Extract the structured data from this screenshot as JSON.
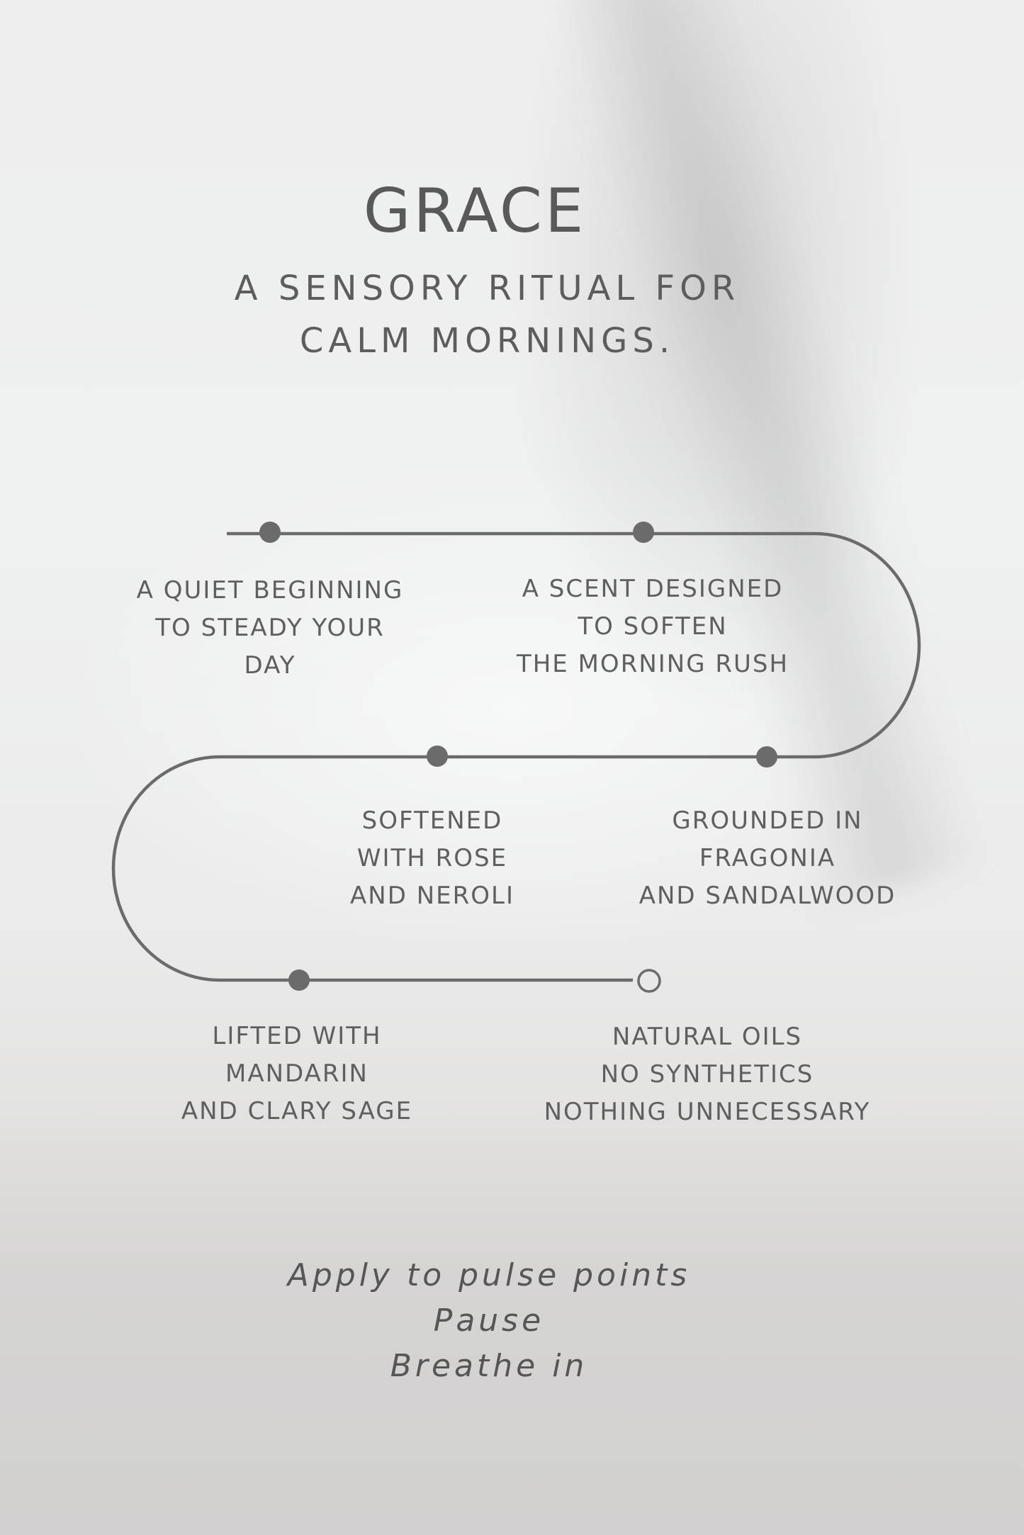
{
  "title": "GRACE",
  "subtitle": [
    "A SENSORY RITUAL FOR",
    "CALM MORNINGS."
  ],
  "steps": [
    {
      "lines": [
        "A QUIET BEGINNING",
        "TO STEADY YOUR",
        "DAY"
      ],
      "marker": "filled"
    },
    {
      "lines": [
        "A SCENT DESIGNED",
        "TO SOFTEN",
        "THE MORNING RUSH"
      ],
      "marker": "filled"
    },
    {
      "lines": [
        "SOFTENED",
        "WITH ROSE",
        "AND NEROLI"
      ],
      "marker": "filled"
    },
    {
      "lines": [
        "GROUNDED IN",
        "FRAGONIA",
        "AND SANDALWOOD"
      ],
      "marker": "filled"
    },
    {
      "lines": [
        "LIFTED WITH",
        "MANDARIN",
        "AND CLARY SAGE"
      ],
      "marker": "filled"
    },
    {
      "lines": [
        "NATURAL OILS",
        "NO SYNTHETICS",
        "NOTHING UNNECESSARY"
      ],
      "marker": "open"
    }
  ],
  "ritual": [
    "Apply to pulse points",
    "Pause",
    "Breathe in"
  ],
  "colors": {
    "ink": "#5f5f5f",
    "line": "#6b6b6b",
    "background": "#eeeeee"
  }
}
